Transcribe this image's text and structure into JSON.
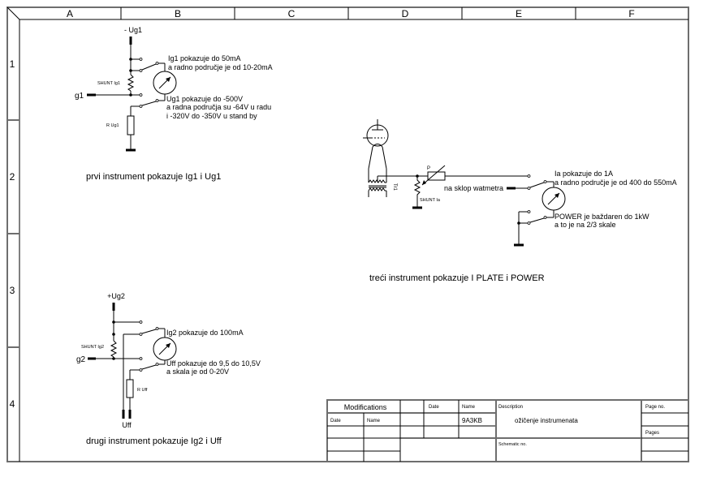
{
  "sheet": {
    "columns": [
      "A",
      "B",
      "C",
      "D",
      "E",
      "F"
    ],
    "rows": [
      "1",
      "2",
      "3",
      "4"
    ]
  },
  "circuit1": {
    "supply_label": "- Ug1",
    "input_label": "g1",
    "shunt_label": "SHUNT Ig1",
    "resistor_label": "R Ug1",
    "note_current": [
      "Ig1 pokazuje do 50mA",
      "a radno područje je od 10-20mA"
    ],
    "note_voltage": [
      "Ug1 pokazuje do -500V",
      "a radna područja su -64V u radu",
      "i -320V do -350V u stand by"
    ],
    "caption": "prvi instrument pokazuje Ig1 i Ug1"
  },
  "circuit2": {
    "supply_label": "+Ug2",
    "input_label": "g2",
    "shunt_label": "SHUNT Ig2",
    "resistor_label": "R Uff",
    "output_label": "Uff",
    "note_current": [
      "Ig2 pokazuje do 100mA"
    ],
    "note_voltage": [
      "Uff pokazuje do 9,5 do 10,5V",
      "a skala je od 0-20V"
    ],
    "caption": "drugi instrument pokazuje Ig2 i Uff"
  },
  "circuit3": {
    "transformer_label": "Tr1",
    "pot_label": "P",
    "shunt_label": "SHUNT Ia",
    "wattmeter_label": "na sklop watmetra",
    "note_current": [
      "Ia pokazuje do 1A",
      "a radno područje je od 400 do 550mA"
    ],
    "note_power": [
      "POWER je baždaren do 1kW",
      "a to je na 2/3 skale"
    ],
    "caption": "treći instrument pokazuje I PLATE i POWER"
  },
  "title_block": {
    "modifications": "Modifications",
    "mod_date": "Date",
    "mod_name": "Name",
    "date_header": "Date",
    "name_header": "Name",
    "name_value": "9A3KB",
    "description_header": "Description",
    "description_value": "ožičenje instrumenata",
    "schematic_no": "Schematic no.",
    "page_no": "Page no.",
    "pages": "Pages"
  }
}
